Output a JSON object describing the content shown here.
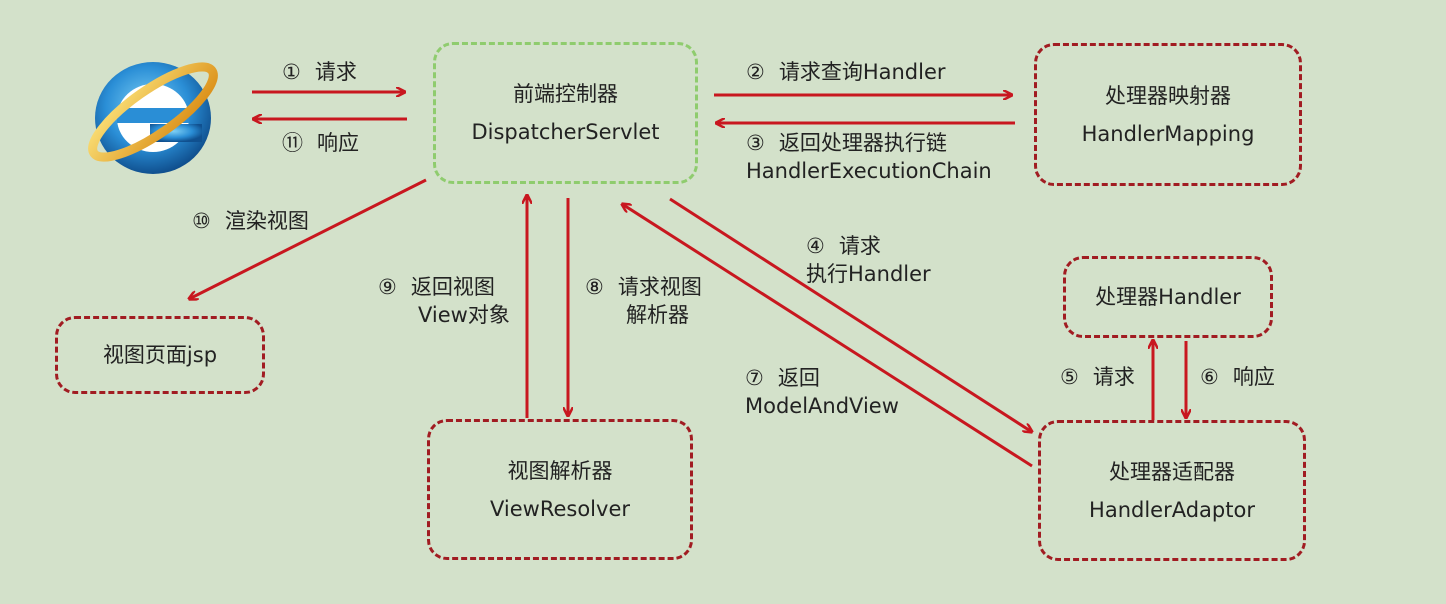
{
  "colors": {
    "background": "#d3e1ca",
    "arrow": "#c8171f",
    "box_border": "#a11c22",
    "controller_border": "#8fcc6e"
  },
  "browser": {
    "icon": "ie-browser-icon"
  },
  "nodes": {
    "dispatcher": {
      "line1": "前端控制器",
      "line2": "DispatcherServlet"
    },
    "mapping": {
      "line1": "处理器映射器",
      "line2": "HandlerMapping"
    },
    "handler": {
      "line1": "处理器Handler"
    },
    "adaptor": {
      "line1": "处理器适配器",
      "line2": "HandlerAdaptor"
    },
    "resolver": {
      "line1": "视图解析器",
      "line2": "ViewResolver"
    },
    "jsp": {
      "line1": "视图页面jsp"
    }
  },
  "steps": {
    "s1": {
      "num": "①",
      "text": "请求"
    },
    "s11": {
      "num": "⑪",
      "text": "响应"
    },
    "s2": {
      "num": "②",
      "text": "请求查询Handler"
    },
    "s3": {
      "num": "③",
      "text": "返回处理器执行链",
      "text2": "HandlerExecutionChain"
    },
    "s4": {
      "num": "④",
      "text": "请求",
      "text2": "执行Handler"
    },
    "s5": {
      "num": "⑤",
      "text": "请求"
    },
    "s6": {
      "num": "⑥",
      "text": "响应"
    },
    "s7": {
      "num": "⑦",
      "text": "返回",
      "text2": "ModelAndView"
    },
    "s8": {
      "num": "⑧",
      "text": "请求视图",
      "text2": "解析器"
    },
    "s9": {
      "num": "⑨",
      "text": "返回视图",
      "text2": "View对象"
    },
    "s10": {
      "num": "⑩",
      "text": "渲染视图"
    }
  }
}
